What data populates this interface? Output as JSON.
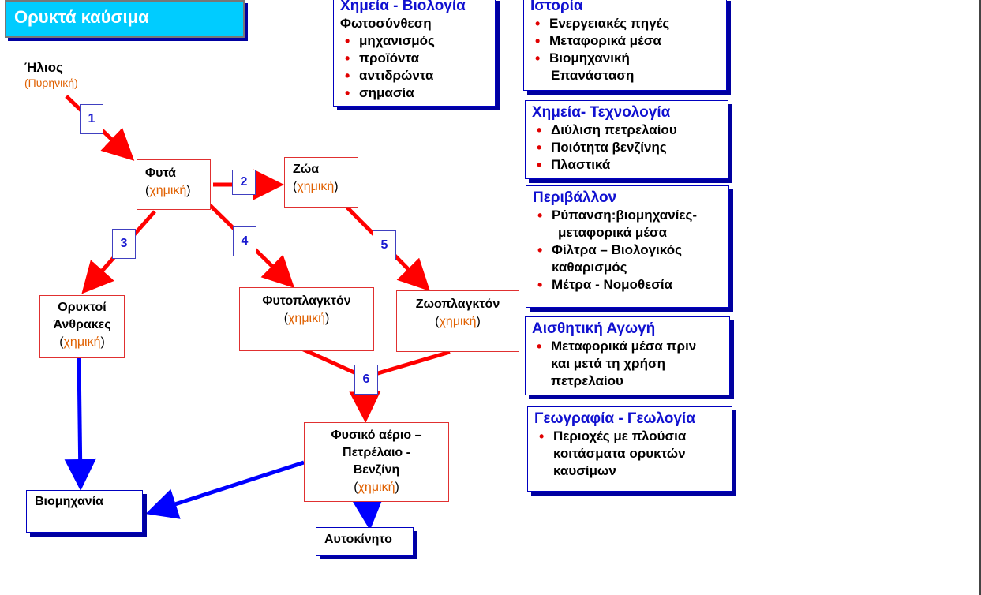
{
  "title": "Ορυκτά καύσιμα",
  "sun": {
    "name": "Ήλιος",
    "type": "(Πυρηνική)"
  },
  "chem_word": "χημική",
  "nodes": {
    "plants": "Φυτά",
    "animals": "Ζώα",
    "fossil_coal_1": "Ορυκτοί",
    "fossil_coal_2": "Άνθρακες",
    "phytoplankton": "Φυτοπλαγκτόν",
    "zooplankton": "Ζωοπλαγκτόν",
    "gas_1": "Φυσικό αέριο –",
    "gas_2": "Πετρέλαιο -",
    "gas_3": "Βενζίνη",
    "industry": "Βιομηχανία",
    "car": "Αυτοκίνητο"
  },
  "steps": [
    "1",
    "2",
    "3",
    "4",
    "5",
    "6"
  ],
  "panels": {
    "chem_bio": {
      "heading": "Χημεία - Βιολογία",
      "sub": "Φωτοσύνθεση",
      "items": [
        "μηχανισμός",
        "προϊόντα",
        "αντιδρώντα",
        "σημασία"
      ]
    },
    "history": {
      "heading": "Ιστορία",
      "items": [
        "Ενεργειακές πηγές",
        "Μεταφορικά μέσα",
        "Βιομηχανική"
      ],
      "cont": "Επανάσταση"
    },
    "chem_tech": {
      "heading": "Χημεία- Τεχνολογία",
      "items": [
        "Διύλιση πετρελαίου",
        "Ποιότητα βενζίνης",
        "Πλαστικά"
      ]
    },
    "environment": {
      "heading": "Περιβάλλον",
      "item1": "Ρύπανση:βιομηχανίες-",
      "item1_cont": "μεταφορικά μέσα",
      "item2": "Φίλτρα – Βιολογικός",
      "item2_cont": "καθαρισμός",
      "item3": "Μέτρα - Νομοθεσία"
    },
    "aesthetic": {
      "heading": "Αισθητική Αγωγή",
      "item1": "Μεταφορικά μέσα πριν",
      "item1_cont1": "και μετά τη χρήση",
      "item1_cont2": "πετρελαίου"
    },
    "geo": {
      "heading": "Γεωγραφία - Γεωλογία",
      "item1": "Περιοχές με πλούσια",
      "item1_cont1": "κοιτάσματα ορυκτών",
      "item1_cont2": "καυσίμων"
    }
  },
  "colors": {
    "red_arrow": "#ff0000",
    "blue_arrow": "#0000ff",
    "title_bg": "#00ccff",
    "heading": "#1010d0"
  }
}
